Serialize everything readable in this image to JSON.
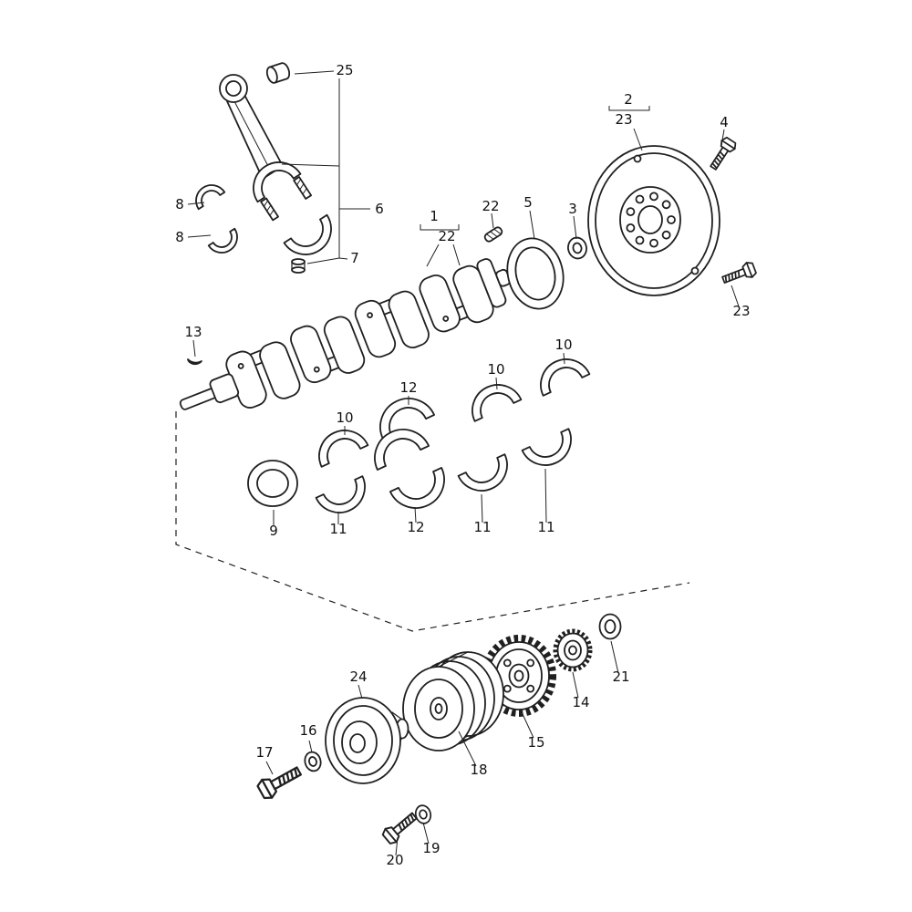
{
  "figure": {
    "colors": {
      "background": "#ffffff",
      "line": "#202020",
      "text": "#111111"
    },
    "callouts": [
      {
        "label": "25"
      },
      {
        "label": "2"
      },
      {
        "label": "23"
      },
      {
        "label": "4"
      },
      {
        "label": "8"
      },
      {
        "label": "6"
      },
      {
        "label": "1"
      },
      {
        "label": "22"
      },
      {
        "label": "5"
      },
      {
        "label": "3"
      },
      {
        "label": "8"
      },
      {
        "label": "22"
      },
      {
        "label": "7"
      },
      {
        "label": "23"
      },
      {
        "label": "13"
      },
      {
        "label": "10"
      },
      {
        "label": "10"
      },
      {
        "label": "12"
      },
      {
        "label": "10"
      },
      {
        "label": "9"
      },
      {
        "label": "11"
      },
      {
        "label": "12"
      },
      {
        "label": "11"
      },
      {
        "label": "11"
      },
      {
        "label": "21"
      },
      {
        "label": "14"
      },
      {
        "label": "24"
      },
      {
        "label": "15"
      },
      {
        "label": "16"
      },
      {
        "label": "17"
      },
      {
        "label": "18"
      },
      {
        "label": "19"
      },
      {
        "label": "20"
      }
    ]
  }
}
